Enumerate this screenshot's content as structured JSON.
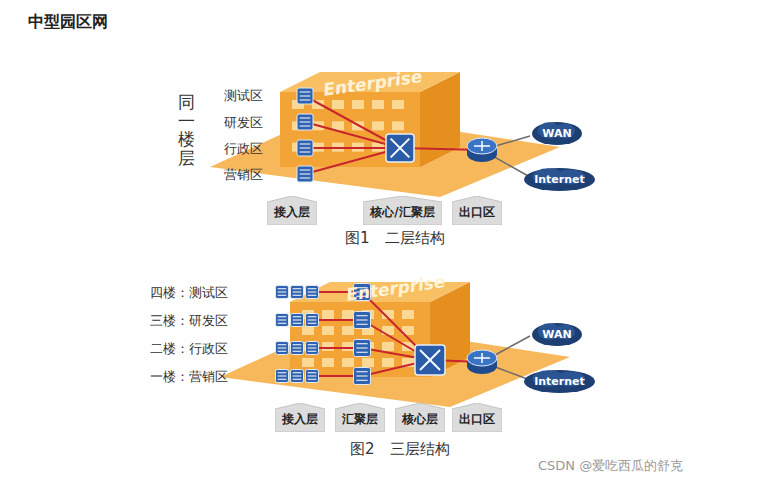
{
  "diagram": {
    "title": "中型园区网",
    "nodes": [
      {
        "text": [
          "WAN"
        ]
      },
      {
        "text": [
          "Internet"
        ]
      },
      {
        "text": [
          "接入层"
        ]
      },
      {
        "text": [
          "核心/汇聚层"
        ]
      },
      {
        "text": [
          "出口区"
        ]
      },
      {
        "text": [
          "WAN"
        ]
      },
      {
        "text": [
          "Internet"
        ]
      },
      {
        "text": [
          "接入层"
        ]
      },
      {
        "text": [
          "汇聚层"
        ]
      },
      {
        "text": [
          "核心层"
        ]
      },
      {
        "text": [
          "出口区"
        ]
      }
    ],
    "labels": [
      "同一楼层",
      "测试区",
      "研发区",
      "行政区",
      "营销区",
      "Enterprise",
      "图1　二层结构",
      "四楼：测试区",
      "三楼：研发区",
      "二楼：行政区",
      "一楼：营销区",
      "Enterprise",
      "图2　三层结构",
      "CSDN @爱吃西瓜的舒克"
    ]
  }
}
